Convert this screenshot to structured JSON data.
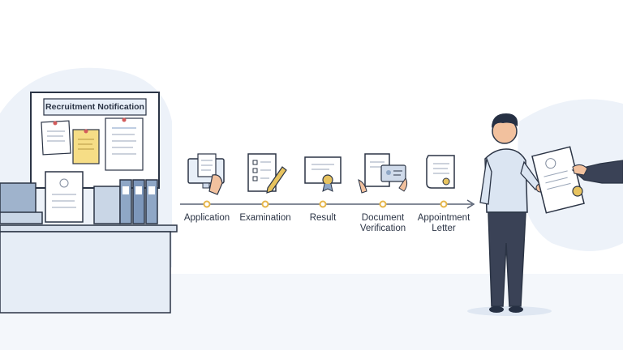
{
  "notice_board": {
    "title": "Recruitment Notification"
  },
  "steps": [
    {
      "label": "Application",
      "icon": "computer-hand-icon"
    },
    {
      "label": "Examination",
      "icon": "checklist-pencil-icon"
    },
    {
      "label": "Result",
      "icon": "certificate-seal-icon"
    },
    {
      "label": "Document\nVerification",
      "icon": "document-id-card-icon"
    },
    {
      "label": "Appointment\nLetter",
      "icon": "scroll-letter-icon"
    }
  ],
  "colors": {
    "outline": "#2b3445",
    "paper": "#ffffff",
    "soft_blue": "#e8eff8",
    "folder_blue": "#8fa7c6",
    "gold": "#e7c35f",
    "dot": "#e6b64a",
    "shirt": "#dbe5f2",
    "trousers": "#3a4256",
    "skin": "#f2c19e",
    "hair": "#263043"
  }
}
